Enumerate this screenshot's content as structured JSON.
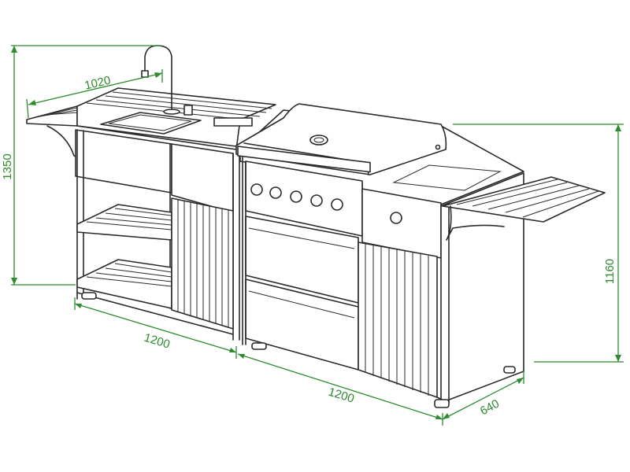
{
  "dimension_color": "#2e8b2e",
  "outline_color": "#2a2a2a",
  "dimensions": {
    "sink_top_width": "1020",
    "total_height": "1350",
    "sink_unit_width": "1200",
    "grill_unit_width": "1200",
    "depth": "640",
    "counter_height": "1160"
  }
}
